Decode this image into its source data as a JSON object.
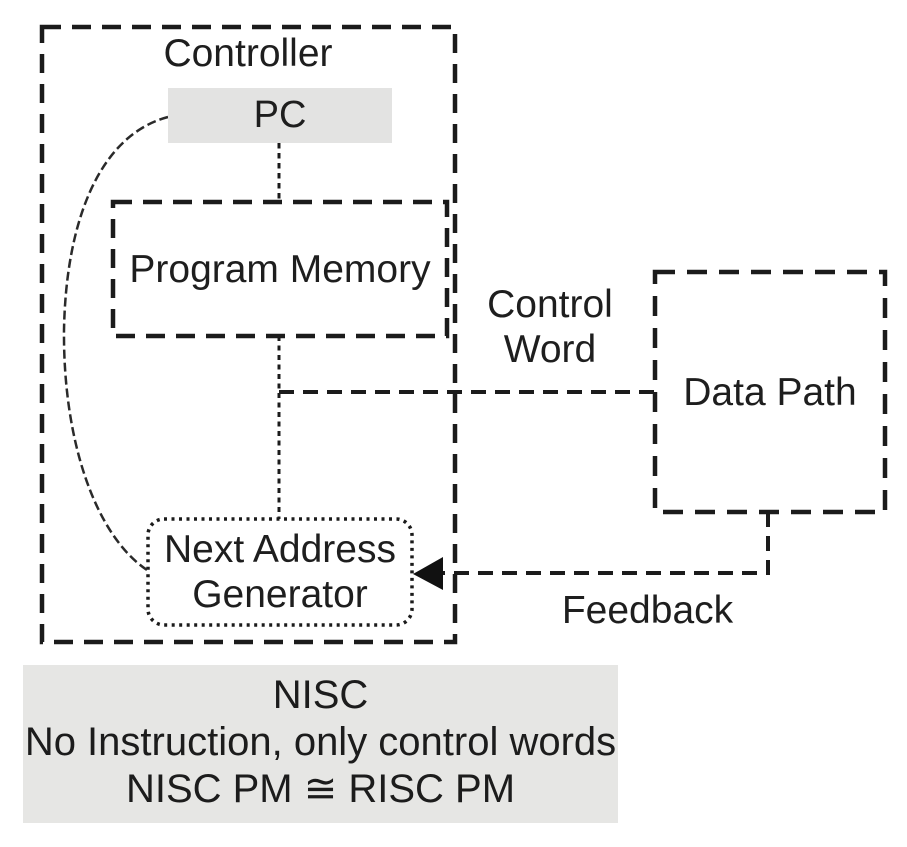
{
  "diagram": {
    "controller": {
      "label": "Controller"
    },
    "pc": {
      "label": "PC"
    },
    "program_memory": {
      "label": "Program Memory"
    },
    "next_address_generator": {
      "line1": "Next Address",
      "line2": "Generator"
    },
    "data_path": {
      "label": "Data Path"
    },
    "control_word": {
      "line1": "Control",
      "line2": "Word"
    },
    "feedback": {
      "label": "Feedback"
    }
  },
  "caption": {
    "line1": "NISC",
    "line2": "No Instruction, only control words",
    "line3": "NISC PM ≅ RISC PM"
  },
  "colors": {
    "line": "#1b1b1b",
    "pc_fill": "#e3e3e2",
    "caption_fill": "#e6e6e4",
    "text": "#1e1e1e",
    "background": "#ffffff"
  }
}
